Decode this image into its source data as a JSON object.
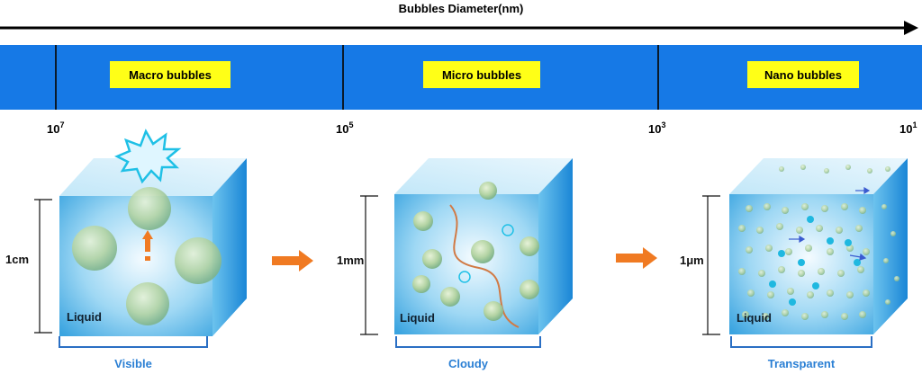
{
  "axis": {
    "title": "Bubbles Diameter(nm)"
  },
  "categories": [
    {
      "label": "Macro bubbles"
    },
    {
      "label": "Micro bubbles"
    },
    {
      "label": "Nano bubbles"
    }
  ],
  "ticks": [
    {
      "base": "10",
      "exp": "7"
    },
    {
      "base": "10",
      "exp": "5"
    },
    {
      "base": "10",
      "exp": "3"
    },
    {
      "base": "10",
      "exp": "1"
    }
  ],
  "panels": [
    {
      "size": "1cm",
      "liquid": "Liquid",
      "caption": "Visible"
    },
    {
      "size": "1mm",
      "liquid": "Liquid",
      "caption": "Cloudy"
    },
    {
      "size": "1μm",
      "liquid": "Liquid",
      "caption": "Transparent"
    }
  ],
  "colors": {
    "band": "#1679e6",
    "label_box": "#ffff17",
    "caption": "#2a7fd4",
    "arrow": "#f07a22"
  }
}
